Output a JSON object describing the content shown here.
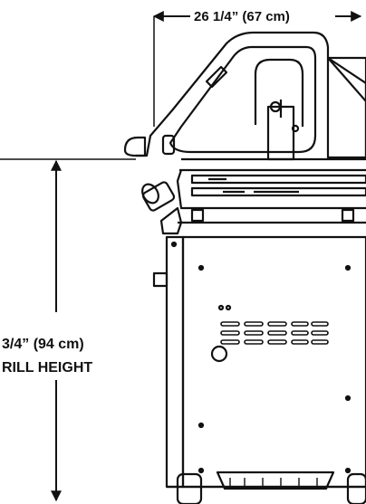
{
  "dimensions": {
    "width_label": "26 1/4” (67 cm)",
    "height_label_line1": "3/4” (94 cm)",
    "height_label_line2": "RILL HEIGHT"
  },
  "colors": {
    "line": "#111111",
    "background": "#ffffff"
  }
}
